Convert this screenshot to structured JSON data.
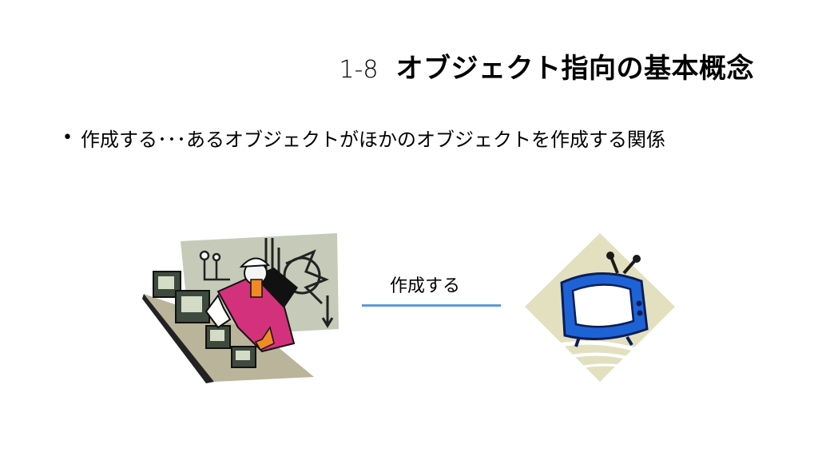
{
  "slide": {
    "title_number": "1-8",
    "title_text": "オブジェクト指向の基本概念",
    "bullet_text": "作成する･･･あるオブジェクトがほかのオブジェクトを作成する関係",
    "connector_label": "作成する"
  },
  "colors": {
    "connector": "#5b9bd5",
    "tv_body": "#1e63d6",
    "worker_shirt": "#d4317c",
    "diamond_bg": "#e3e0c0"
  },
  "icons": [
    "factory-worker-clipart-icon",
    "television-clipart-icon"
  ]
}
